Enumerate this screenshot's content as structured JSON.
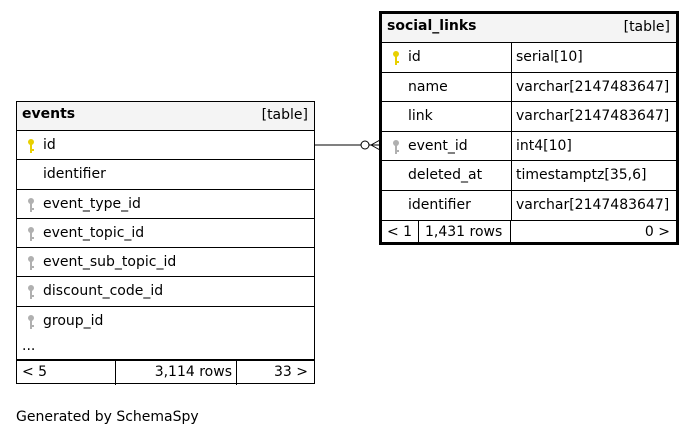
{
  "events": {
    "name": "events",
    "type_label": "[table]",
    "columns": [
      {
        "name": "id",
        "key": "primary"
      },
      {
        "name": "identifier",
        "key": "none"
      },
      {
        "name": "event_type_id",
        "key": "foreign"
      },
      {
        "name": "event_topic_id",
        "key": "foreign"
      },
      {
        "name": "event_sub_topic_id",
        "key": "foreign"
      },
      {
        "name": "discount_code_id",
        "key": "foreign"
      },
      {
        "name": "group_id",
        "key": "foreign"
      }
    ],
    "more": "...",
    "footer": {
      "parents": "< 5",
      "rows": "3,114 rows",
      "children": "33 >"
    }
  },
  "social_links": {
    "name": "social_links",
    "type_label": "[table]",
    "columns": [
      {
        "name": "id",
        "type": "serial[10]",
        "key": "primary"
      },
      {
        "name": "name",
        "type": "varchar[2147483647]",
        "key": "none"
      },
      {
        "name": "link",
        "type": "varchar[2147483647]",
        "key": "none"
      },
      {
        "name": "event_id",
        "type": "int4[10]",
        "key": "foreign"
      },
      {
        "name": "deleted_at",
        "type": "timestamptz[35,6]",
        "key": "none"
      },
      {
        "name": "identifier",
        "type": "varchar[2147483647]",
        "key": "none"
      }
    ],
    "footer": {
      "parents": "< 1",
      "rows": "1,431 rows",
      "children": "0 >"
    }
  },
  "colors": {
    "primary_key": "#e8d000",
    "foreign_key": "#b0b0b0",
    "header_bg": "#f4f4f4"
  },
  "footer_text": "Generated by SchemaSpy"
}
